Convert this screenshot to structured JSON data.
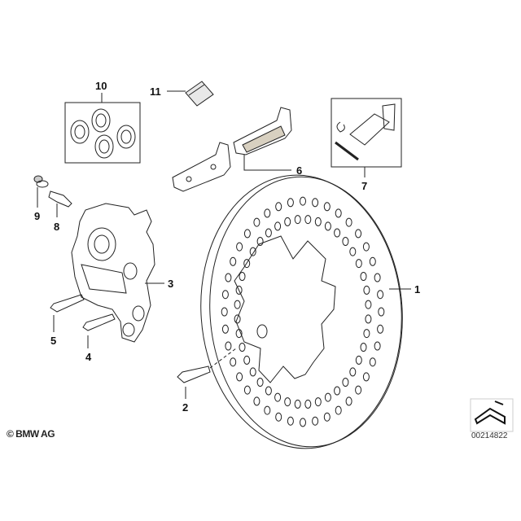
{
  "diagram": {
    "callouts": [
      "1",
      "2",
      "3",
      "4",
      "5",
      "6",
      "7",
      "8",
      "9",
      "10",
      "11"
    ],
    "copyright": "© BMW AG",
    "reference_number": "00214822"
  }
}
